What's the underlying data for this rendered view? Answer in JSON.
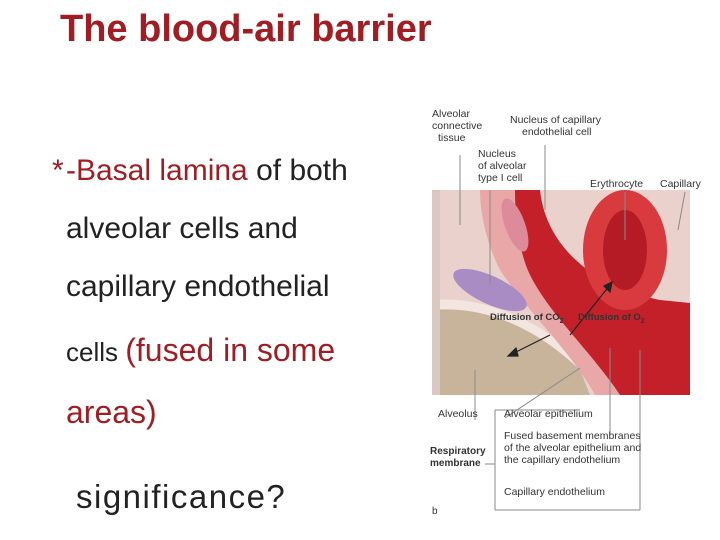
{
  "title": "The blood-air barrier",
  "body": {
    "bullet_mark": "*",
    "line1_red": "-Basal lamina",
    "line1_rest": " of both",
    "line2": "alveolar cells and",
    "line3": "capillary endothelial",
    "line4_a": "cells ",
    "line4_b": "(fused in some",
    "line5": "areas)",
    "line6": "significance?"
  },
  "figure": {
    "labels": {
      "alveolar_connective_tissue": [
        "Alveolar",
        "connective",
        "tissue"
      ],
      "nucleus_capillary_endothelial": [
        "Nucleus of capillary",
        "endothelial cell"
      ],
      "nucleus_alveolar_type1": [
        "Nucleus",
        "of alveolar",
        "type I cell"
      ],
      "erythrocyte": "Erythrocyte",
      "capillary": "Capillary",
      "diffusion_co2": "Diffusion of CO",
      "diffusion_o2": "Diffusion of O",
      "sub_2": "2",
      "alveolus": "Alveolus",
      "alveolar_epithelium": "Alveolar epithelium",
      "respiratory_membrane": [
        "Respiratory",
        "membrane"
      ],
      "fused_basement": [
        "Fused basement membranes",
        "of the alveolar epithelium and",
        "the capillary endothelium"
      ],
      "capillary_endothelium": "Capillary endothelium",
      "panel_letter": "b"
    },
    "colors": {
      "lumen": "#c3202a",
      "vessel_wall": "#e9a7a8",
      "tissue": "#ead1cc",
      "alveolus": "#c8b49a",
      "nucleus": "#a98cc4",
      "title_red": "#a01e23"
    }
  }
}
